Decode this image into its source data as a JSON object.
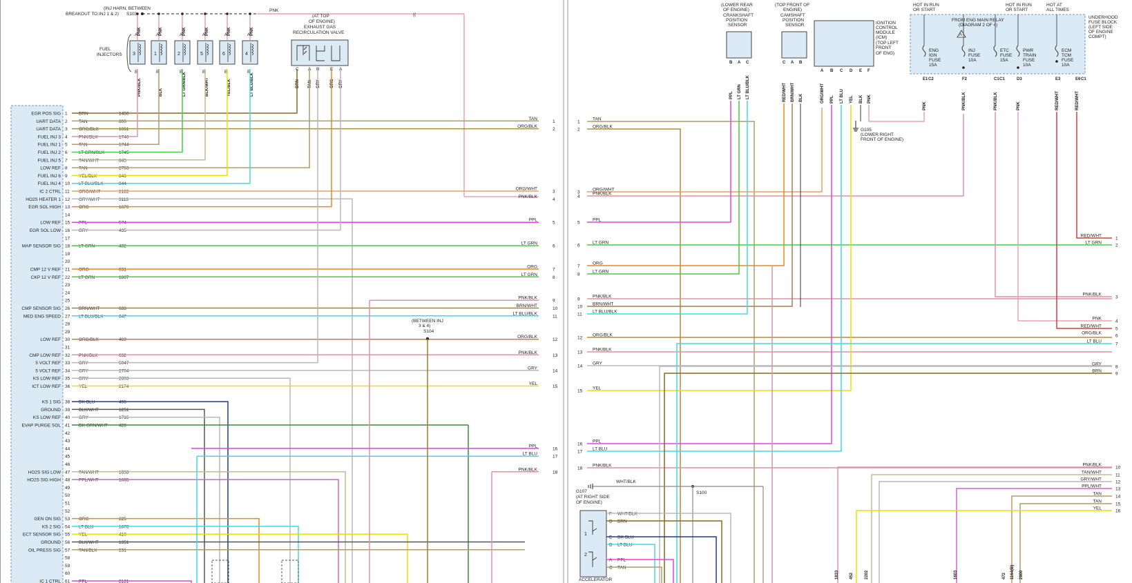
{
  "page_divider_note": "",
  "left": {
    "harness_note": [
      "(INJ HARN, BETWEEN",
      "BREAKOUT TO INJ 1 & 2)"
    ],
    "splice_s103": "S103",
    "top_pnk": "PNK",
    "injector_group_label": [
      "FUEL",
      "INJECTORS"
    ],
    "egr_note": [
      "(AT TOP",
      "OF ENGINE)",
      "EXHAUST GAS",
      "RECIRCULATION VALVE"
    ],
    "injectors": [
      {
        "num": "3",
        "top_pin": "A",
        "top_wire": "PNK",
        "bot_pin": "B",
        "bot_wire": "PNK/BLK"
      },
      {
        "num": "1",
        "top_pin": "A",
        "top_wire": "PNK",
        "bot_pin": "B",
        "bot_wire": "BLK"
      },
      {
        "num": "2",
        "top_pin": "A",
        "top_wire": "PNK",
        "bot_pin": "B",
        "bot_wire": "LT GRN/BLK"
      },
      {
        "num": "5",
        "top_pin": "A",
        "top_wire": "PNK",
        "bot_pin": "B",
        "bot_wire": "BLK/WHT"
      },
      {
        "num": "6",
        "top_pin": "A",
        "top_wire": "PNK",
        "bot_pin": "B",
        "bot_wire": "YEL/BLK"
      },
      {
        "num": "4",
        "top_pin": "A",
        "top_wire": "PNK",
        "bot_pin": "B",
        "bot_wire": "LT BLU/BLK"
      }
    ],
    "egr_pins": [
      {
        "pin": "C",
        "wire": "BRN"
      },
      {
        "pin": "A",
        "wire": "TAN"
      },
      {
        "pin": "B",
        "wire": "GRY"
      },
      {
        "pin": "E",
        "wire": "ORG"
      },
      {
        "pin": "A",
        "wire": "GRY"
      }
    ],
    "ecm_rows": [
      {
        "n": "1",
        "label": "EGR POS SIG",
        "color": "BRN",
        "circuit": "1456",
        "right_label": "",
        "right_num": ""
      },
      {
        "n": "2",
        "label": "UART DATA",
        "color": "TAN",
        "circuit": "800",
        "right_label": "TAN",
        "right_num": "1"
      },
      {
        "n": "3",
        "label": "UART DATA",
        "color": "ORG/BLK",
        "circuit": "1061",
        "right_label": "ORG/BLK",
        "right_num": "2"
      },
      {
        "n": "4",
        "label": "FUEL INJ 3",
        "color": "PNK/BLK",
        "circuit": "1746",
        "right_label": "",
        "right_num": ""
      },
      {
        "n": "5",
        "label": "FUEL INJ 1",
        "color": "TAN",
        "circuit": "1744",
        "right_label": "",
        "right_num": ""
      },
      {
        "n": "6",
        "label": "FUEL INJ 2",
        "color": "LT GRN/BLK",
        "circuit": "1745",
        "right_label": "",
        "right_num": ""
      },
      {
        "n": "7",
        "label": "FUEL INJ 5",
        "color": "TAN/WHT",
        "circuit": "845",
        "right_label": "",
        "right_num": ""
      },
      {
        "n": "8",
        "label": "LOW REF",
        "color": "TAN",
        "circuit": "2753",
        "right_label": "",
        "right_num": ""
      },
      {
        "n": "9",
        "label": "FUEL INJ 6",
        "color": "YEL/BLK",
        "circuit": "846",
        "right_label": "",
        "right_num": ""
      },
      {
        "n": "10",
        "label": "FUEL INJ 4",
        "color": "LT BLU/BLK",
        "circuit": "844",
        "right_label": "",
        "right_num": ""
      },
      {
        "n": "11",
        "label": "IC 2 CTRL",
        "color": "ORG/WHT",
        "circuit": "2122",
        "right_label": "ORG/WHT",
        "right_num": "3"
      },
      {
        "n": "12",
        "label": "HO2S HEATER 1",
        "color": "GRY/WHT",
        "circuit": "3113",
        "right_label": "PNK/BLK",
        "right_num": "4"
      },
      {
        "n": "13",
        "label": "EGR SOL HIGH",
        "color": "ORG",
        "circuit": "1676",
        "right_label": "",
        "right_num": ""
      },
      {
        "n": "14",
        "label": "",
        "color": "",
        "circuit": "",
        "right_label": "",
        "right_num": ""
      },
      {
        "n": "15",
        "label": "LOW REF",
        "color": "PPL",
        "circuit": "574",
        "right_label": "PPL",
        "right_num": "5"
      },
      {
        "n": "16",
        "label": "EGR SOL LOW",
        "color": "GRY",
        "circuit": "435",
        "right_label": "",
        "right_num": ""
      },
      {
        "n": "17",
        "label": "",
        "color": "",
        "circuit": "",
        "right_label": "",
        "right_num": ""
      },
      {
        "n": "18",
        "label": "MAP SENSOR SIG",
        "color": "LT GRN",
        "circuit": "432",
        "right_label": "LT GRN",
        "right_num": "6"
      },
      {
        "n": "19",
        "label": "",
        "color": "",
        "circuit": "",
        "right_label": "",
        "right_num": ""
      },
      {
        "n": "20",
        "label": "",
        "color": "",
        "circuit": "",
        "right_label": "",
        "right_num": ""
      },
      {
        "n": "21",
        "label": "CMP 12 V REF",
        "color": "ORG",
        "circuit": "631",
        "right_label": "ORG",
        "right_num": "7"
      },
      {
        "n": "22",
        "label": "CKP 12 V REF",
        "color": "LT GRN",
        "circuit": "1867",
        "right_label": "LT GRN",
        "right_num": "8"
      },
      {
        "n": "23",
        "label": "",
        "color": "",
        "circuit": "",
        "right_label": "",
        "right_num": ""
      },
      {
        "n": "24",
        "label": "",
        "color": "",
        "circuit": "",
        "right_label": "",
        "right_num": ""
      },
      {
        "n": "25",
        "label": "",
        "color": "",
        "circuit": "",
        "right_label": "PNK/BLK",
        "right_num": "9"
      },
      {
        "n": "26",
        "label": "CMP SENSOR SIG",
        "color": "BRN/WHT",
        "circuit": "633",
        "right_label": "BRN/WHT",
        "right_num": "10"
      },
      {
        "n": "27",
        "label": "MED ENG SPEED",
        "color": "LT BLU/BLK",
        "circuit": "647",
        "right_label": "LT BLU/BLK",
        "right_num": "11"
      },
      {
        "n": "28",
        "label": "",
        "color": "",
        "circuit": "",
        "right_label": "",
        "right_num": ""
      },
      {
        "n": "29",
        "label": "",
        "color": "",
        "circuit": "",
        "right_label": "",
        "right_num": ""
      },
      {
        "n": "30",
        "label": "LOW REF",
        "color": "ORG/BLK",
        "circuit": "469",
        "right_label": "ORG/BLK",
        "right_num": "12"
      },
      {
        "n": "31",
        "label": "",
        "color": "",
        "circuit": "",
        "right_label": "",
        "right_num": ""
      },
      {
        "n": "32",
        "label": "CMP LOW REF",
        "color": "PNK/BLK",
        "circuit": "632",
        "right_label": "PNK/BLK",
        "right_num": "13"
      },
      {
        "n": "33",
        "label": "5 VOLT REF",
        "color": "GRY",
        "circuit": "5047",
        "right_label": "",
        "right_num": ""
      },
      {
        "n": "34",
        "label": "5 VOLT REF",
        "color": "GRY",
        "circuit": "2704",
        "right_label": "GRY",
        "right_num": "14"
      },
      {
        "n": "35",
        "label": "KS LOW REF",
        "color": "GRY",
        "circuit": "2303",
        "right_label": "",
        "right_num": ""
      },
      {
        "n": "36",
        "label": "ICT LOW REF",
        "color": "YEL",
        "circuit": "2174",
        "right_label": "YEL",
        "right_num": "15"
      },
      {
        "n": "38",
        "label": "KS 1 SIG",
        "color": "DK BLU",
        "circuit": "496",
        "right_label": "",
        "right_num": ""
      },
      {
        "n": "39",
        "label": "GROUND",
        "color": "BLK/WHT",
        "circuit": "1251",
        "right_label": "",
        "right_num": ""
      },
      {
        "n": "40",
        "label": "KS LOW REF",
        "color": "GRY",
        "circuit": "1716",
        "right_label": "",
        "right_num": ""
      },
      {
        "n": "41",
        "label": "EVAP PURGE SOL",
        "color": "DK GRN/WHT",
        "circuit": "428",
        "right_label": "",
        "right_num": ""
      },
      {
        "n": "42",
        "label": "",
        "color": "",
        "circuit": "",
        "right_label": "",
        "right_num": ""
      },
      {
        "n": "43",
        "label": "",
        "color": "",
        "circuit": "",
        "right_label": "",
        "right_num": ""
      },
      {
        "n": "44",
        "label": "",
        "color": "",
        "circuit": "",
        "right_label": "PPL",
        "right_num": "16"
      },
      {
        "n": "45",
        "label": "",
        "color": "",
        "circuit": "",
        "right_label": "LT BLU",
        "right_num": "17"
      },
      {
        "n": "46",
        "label": "",
        "color": "",
        "circuit": "",
        "right_label": "",
        "right_num": ""
      },
      {
        "n": "47",
        "label": "HO2S SIG LOW",
        "color": "TAN/WHT",
        "circuit": "1653",
        "right_label": "PNK/BLK",
        "right_num": "18"
      },
      {
        "n": "48",
        "label": "HO2S SIG HIGH",
        "color": "PPL/WHT",
        "circuit": "1665",
        "right_label": "",
        "right_num": ""
      },
      {
        "n": "49",
        "label": "",
        "color": "",
        "circuit": "",
        "right_label": "",
        "right_num": ""
      },
      {
        "n": "50",
        "label": "",
        "color": "",
        "circuit": "",
        "right_label": "",
        "right_num": ""
      },
      {
        "n": "51",
        "label": "",
        "color": "",
        "circuit": "",
        "right_label": "",
        "right_num": ""
      },
      {
        "n": "52",
        "label": "",
        "color": "",
        "circuit": "",
        "right_label": "",
        "right_num": ""
      },
      {
        "n": "53",
        "label": "GEN ON SIG",
        "color": "ORG",
        "circuit": "225",
        "right_label": "",
        "right_num": ""
      },
      {
        "n": "54",
        "label": "KS 2 SIG",
        "color": "LT BLU",
        "circuit": "1876",
        "right_label": "",
        "right_num": ""
      },
      {
        "n": "55",
        "label": "ECT SENSOR SIG",
        "color": "YEL",
        "circuit": "410",
        "right_label": "",
        "right_num": ""
      },
      {
        "n": "56",
        "label": "GROUND",
        "color": "BLK/WHT",
        "circuit": "1351",
        "right_label": "",
        "right_num": ""
      },
      {
        "n": "57",
        "label": "OIL PRESS SIG",
        "color": "TAN/BLK",
        "circuit": "231",
        "right_label": "",
        "right_num": ""
      },
      {
        "n": "58",
        "label": "",
        "color": "",
        "circuit": "",
        "right_label": "",
        "right_num": ""
      },
      {
        "n": "59",
        "label": "",
        "color": "",
        "circuit": "",
        "right_label": "",
        "right_num": ""
      },
      {
        "n": "60",
        "label": "",
        "color": "",
        "circuit": "",
        "right_label": "",
        "right_num": ""
      },
      {
        "n": "61",
        "label": "IC 1 CTRL",
        "color": "PPL",
        "circuit": "2121",
        "right_label": "",
        "right_num": ""
      }
    ],
    "splice_s104_note": [
      "(BETWEEN INJ",
      "3 & 4)",
      "S104"
    ]
  },
  "right": {
    "ckp_note": [
      "(LOWER REAR",
      "OF ENGINE)",
      "CRANKSHAFT",
      "POSITION",
      "SENSOR"
    ],
    "ckp_pins": [
      {
        "pin": "B",
        "wire": "PPL"
      },
      {
        "pin": "A",
        "wire": "LT GRN"
      },
      {
        "pin": "C",
        "wire": "LT BLU/BLK"
      }
    ],
    "cmp_note": [
      "(TOP FRONT OF",
      "ENGINE)",
      "CAMSHAFT",
      "POSITION",
      "SENSOR"
    ],
    "cmp_pins": [
      {
        "pin": "C",
        "wire": "RED/WHT"
      },
      {
        "pin": "A",
        "wire": "BRN/WHT"
      },
      {
        "pin": "B",
        "wire": "BLK"
      }
    ],
    "icm_note": [
      "IGNITION",
      "CONTROL",
      "MODULE",
      "(ICM)",
      "(TOP LEFT",
      "FRONT",
      "OF ENG)"
    ],
    "icm_pins": [
      {
        "pin": "A",
        "wire": "ORG/WHT"
      },
      {
        "pin": "B",
        "wire": "PPL"
      },
      {
        "pin": "C",
        "wire": "LT BLU"
      },
      {
        "pin": "D",
        "wire": "YEL"
      },
      {
        "pin": "E",
        "wire": "BLK"
      },
      {
        "pin": "F",
        "wire": "PNK"
      }
    ],
    "g105_note": [
      "G105",
      "(LOWER RIGHT",
      "FRONT OF ENGINE)"
    ],
    "hot_labels": [
      [
        "HOT IN RUN",
        "OR START"
      ],
      [
        "HOT IN RUN",
        "OR START"
      ],
      [
        "HOT AT",
        "ALL TIMES"
      ]
    ],
    "relay_note": [
      "FROM ENG MAIN RELAY",
      "(DIAGRAM 2 OF 4)"
    ],
    "fuse_block_note": [
      "UNDERHOOD",
      "FUSE BLOCK",
      "(LEFT SIDE",
      "OF ENGINE",
      "COMPT)"
    ],
    "fuses": [
      {
        "name": [
          "ENG",
          "IGN",
          "FUSE",
          "15A"
        ],
        "pin": "E1",
        "conn": "C2",
        "wire": "PNK"
      },
      {
        "name": [
          "INJ",
          "FUSE",
          "10A"
        ],
        "pin": "F2",
        "conn": "",
        "wire": "PNK/BLK"
      },
      {
        "name": [
          "ETC",
          "FUSE",
          "15A"
        ],
        "pin": "C1",
        "conn": "C1",
        "wire": "PNK/BLK"
      },
      {
        "name": [
          "PWR",
          "TRAIN",
          "FUSE",
          "10A"
        ],
        "pin": "D3",
        "conn": "",
        "wire": "PNK"
      },
      {
        "name": [
          "ECM",
          "TCM",
          "FUSE",
          "10A"
        ],
        "pin": "E3",
        "conn": "",
        "wire": "RED/WHT"
      },
      {
        "name": [],
        "pin": "E6",
        "conn": "C1",
        "wire": "RED/WHT"
      }
    ],
    "left_rows": [
      {
        "num": "1",
        "label": "TAN"
      },
      {
        "num": "2",
        "label": "ORG/BLK"
      },
      {
        "num": "3",
        "label": "ORG/WHT"
      },
      {
        "num": "4",
        "label": "PNK/BLK"
      },
      {
        "num": "5",
        "label": "PPL"
      },
      {
        "num": "6",
        "label": "LT GRN"
      },
      {
        "num": "7",
        "label": "ORG"
      },
      {
        "num": "8",
        "label": "LT GRN"
      },
      {
        "num": "9",
        "label": "PNK/BLK"
      },
      {
        "num": "10",
        "label": "BRN/WHT"
      },
      {
        "num": "11",
        "label": "LT BLU/BLK"
      },
      {
        "num": "12",
        "label": "ORG/BLK"
      },
      {
        "num": "13",
        "label": "PNK/BLK"
      },
      {
        "num": "14",
        "label": "GRY"
      },
      {
        "num": "15",
        "label": "YEL"
      },
      {
        "num": "16",
        "label": "PPL"
      },
      {
        "num": "17",
        "label": "LT BLU"
      },
      {
        "num": "18",
        "label": "PNK/BLK"
      }
    ],
    "right_rows": [
      {
        "num": "1",
        "label": "RED/WHT"
      },
      {
        "num": "2",
        "label": "LT GRN"
      },
      {
        "num": "3",
        "label": "PNK/BLK"
      },
      {
        "num": "4",
        "label": "PNK"
      },
      {
        "num": "5",
        "label": "RED/WHT"
      },
      {
        "num": "6",
        "label": "ORG/BLK"
      },
      {
        "num": "7",
        "label": "LT BLU"
      },
      {
        "num": "8",
        "label": "GRY"
      },
      {
        "num": "9",
        "label": "BRN"
      },
      {
        "num": "10",
        "label": "PNK/BLK"
      },
      {
        "num": "11",
        "label": "TAN/WHT"
      },
      {
        "num": "12",
        "label": "GRY/WHT"
      },
      {
        "num": "13",
        "label": "PPL/WHT"
      },
      {
        "num": "14",
        "label": "TAN"
      },
      {
        "num": "15",
        "label": "TAN"
      },
      {
        "num": "16",
        "label": "YEL"
      }
    ],
    "s100": "S100",
    "wht_blk": "WHT/BLK",
    "g107_note": [
      "G107",
      "(AT RIGHT SIDE",
      "OF ENGINE)"
    ],
    "app_pins": [
      {
        "pin": "F",
        "wire": "WHT/BLK"
      },
      {
        "pin": "D",
        "wire": "BRN"
      },
      {
        "pin": "E",
        "wire": "DK BLU"
      },
      {
        "pin": "B",
        "wire": "LT BLU"
      },
      {
        "pin": "A",
        "wire": "PPL"
      },
      {
        "pin": "C",
        "wire": "TAN"
      }
    ],
    "app_label": "ACCELERATOR",
    "bottom_circuit_numbers": [
      "1833",
      "452",
      "2202",
      "1603",
      "472",
      "1164(B)",
      "2900"
    ]
  }
}
